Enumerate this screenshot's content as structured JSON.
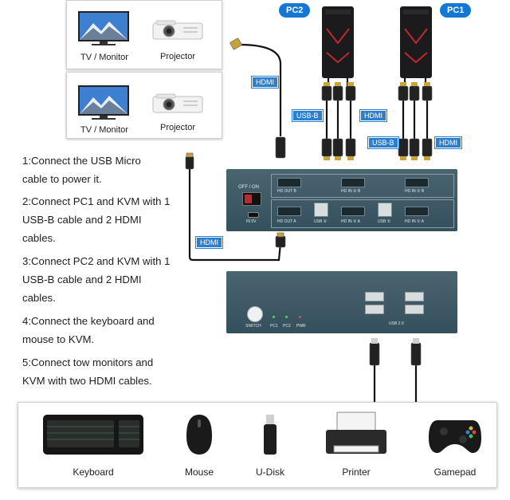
{
  "devices": {
    "tv_label": "TV / Monitor",
    "projector_label": "Projector"
  },
  "pcs": {
    "pc2": "PC2",
    "pc1": "PC1"
  },
  "cable_tags": {
    "hdmi": "HDMI",
    "usb_b": "USB-B"
  },
  "steps": [
    "1:Connect the USB Micro cable to power it.",
    "2:Connect PC1 and KVM with 1 USB-B cable and 2 HDMI cables.",
    "3:Connect PC2 and KVM with 1 USB-B cable and 2 HDMI cables.",
    "4:Connect the keyboard and mouse to KVM.",
    "5:Connect tow monitors and KVM with two HDMI cables."
  ],
  "kvm_back": {
    "power_label": "OFF / ON",
    "in5v": "IN 5V",
    "hd_out_b": "HD OUT B",
    "hd_in_2b": "HD IN ② B",
    "hd_in_1b": "HD IN ① B",
    "hd_out_a": "HD OUT A",
    "usb_2": "USB ②",
    "hd_in_2a": "HD IN ② A",
    "usb_1": "USB ①",
    "hd_in_1a": "HD IN ① A"
  },
  "kvm_front": {
    "switch": "SWITCH",
    "pc1": "PC1",
    "pc2": "PC2",
    "pwr": "PWR",
    "usb20": "USB 2.0"
  },
  "accessories": [
    {
      "label": "Keyboard"
    },
    {
      "label": "Mouse"
    },
    {
      "label": "U-Disk"
    },
    {
      "label": "Printer"
    },
    {
      "label": "Gamepad"
    }
  ],
  "colors": {
    "accent": "#1477d4",
    "tag": "#2b7fcf",
    "kvm_body": "#3e5a66"
  }
}
